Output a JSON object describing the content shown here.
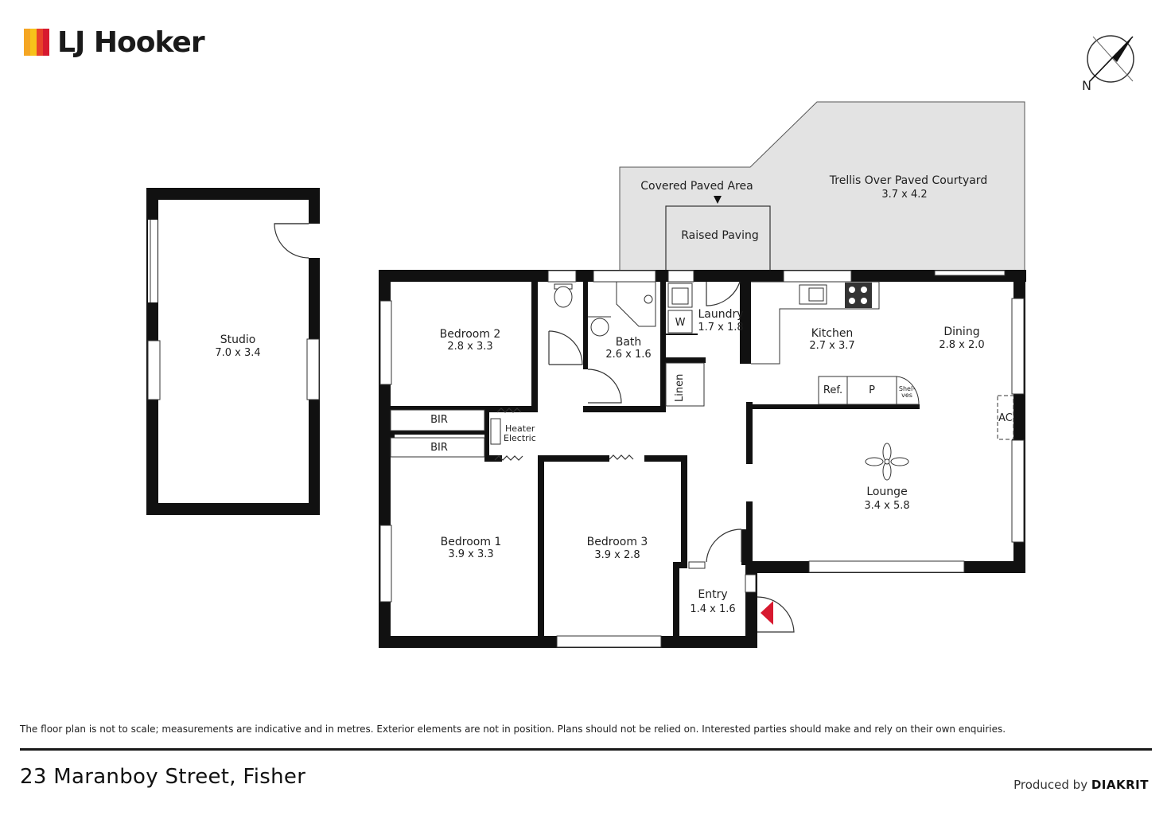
{
  "brand": {
    "name": "LJ Hooker",
    "bar_colors": [
      "#f5a623",
      "#f7c21a",
      "#e8422a",
      "#d7192f"
    ]
  },
  "compass": {
    "label": "N"
  },
  "rooms": {
    "studio": {
      "name": "Studio",
      "dim": "7.0 x 3.4"
    },
    "bedroom2": {
      "name": "Bedroom 2",
      "dim": "2.8 x 3.3"
    },
    "bath": {
      "name": "Bath",
      "dim": "2.6 x 1.6"
    },
    "laundry": {
      "name": "Laundry",
      "dim": "1.7 x 1.8"
    },
    "kitchen": {
      "name": "Kitchen",
      "dim": "2.7 x 3.7"
    },
    "dining": {
      "name": "Dining",
      "dim": "2.8 x 2.0"
    },
    "lounge": {
      "name": "Lounge",
      "dim": "3.4 x 5.8"
    },
    "bedroom1": {
      "name": "Bedroom 1",
      "dim": "3.9 x 3.3"
    },
    "bedroom3": {
      "name": "Bedroom 3",
      "dim": "3.9 x 2.8"
    },
    "entry": {
      "name": "Entry",
      "dim": "1.4 x 1.6"
    },
    "courtyard": {
      "name": "Trellis Over Paved Courtyard",
      "dim": "3.7 x 4.2"
    }
  },
  "labels": {
    "covered_paved_area": "Covered Paved Area",
    "raised_paving": "Raised Paving",
    "bir": "BIR",
    "heater": "Heater",
    "electric": "Electric",
    "linen": "Linen",
    "washer": "W",
    "fridge": "Ref.",
    "pantry": "P",
    "shelves_1": "Shel-",
    "shelves_2": "ves",
    "ac": "AC"
  },
  "footer": {
    "disclaimer": "The floor plan is not to scale; measurements are indicative and in metres. Exterior elements are not in position. Plans should not be relied on. Interested parties should make and rely on their own enquiries.",
    "address": "23 Maranboy Street, Fisher",
    "produced_by": "Produced by",
    "producer": "DIAKRIT"
  },
  "colors": {
    "outdoor_fill": "#e3e3e3",
    "wall": "#111111",
    "entry_marker": "#d7192f"
  }
}
